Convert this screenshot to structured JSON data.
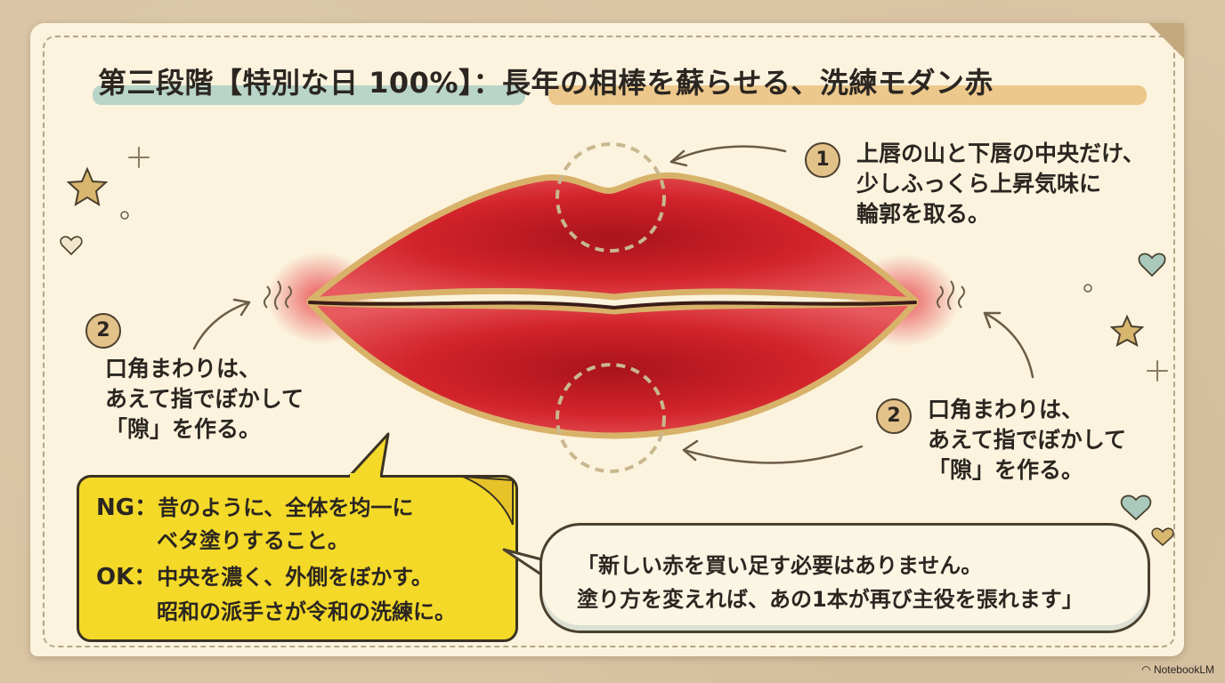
{
  "title": "第三段階【特別な日 100%】：長年の相棒を蘇らせる、洗練モダン赤",
  "steps": [
    {
      "number": "1",
      "lines": [
        "上唇の山と下唇の中央だけ、",
        "少しふっくら上昇気味に",
        "輪郭を取る。"
      ]
    },
    {
      "number": "2",
      "lines": [
        "口角まわりは、",
        "あえて指でぼかして",
        "「隙」を作る。"
      ]
    },
    {
      "number": "2",
      "lines": [
        "口角まわりは、",
        "あえて指でぼかして",
        "「隙」を作る。"
      ]
    }
  ],
  "note": {
    "ng_label": "NG：",
    "ng_lines": [
      "昔のように、全体を均一に",
      "ベタ塗りすること。"
    ],
    "ok_label": "OK：",
    "ok_lines": [
      "中央を濃く、外側をぼかす。",
      "昭和の派手さが令和の洗練に。"
    ]
  },
  "quote_lines": [
    "「新しい赤を買い足す必要はありません。",
    "塗り方を変えれば、あの1本が再び主役を張れます」"
  ],
  "brand": "NotebookLM",
  "colors": {
    "lip_red": "#d2232a",
    "lip_outline": "#d9b26a",
    "note_yellow": "#f4d929",
    "paper": "#fbf3dd"
  },
  "icons": [
    "star-icon",
    "heart-icon",
    "sparkle-icon",
    "arrow-icon"
  ]
}
